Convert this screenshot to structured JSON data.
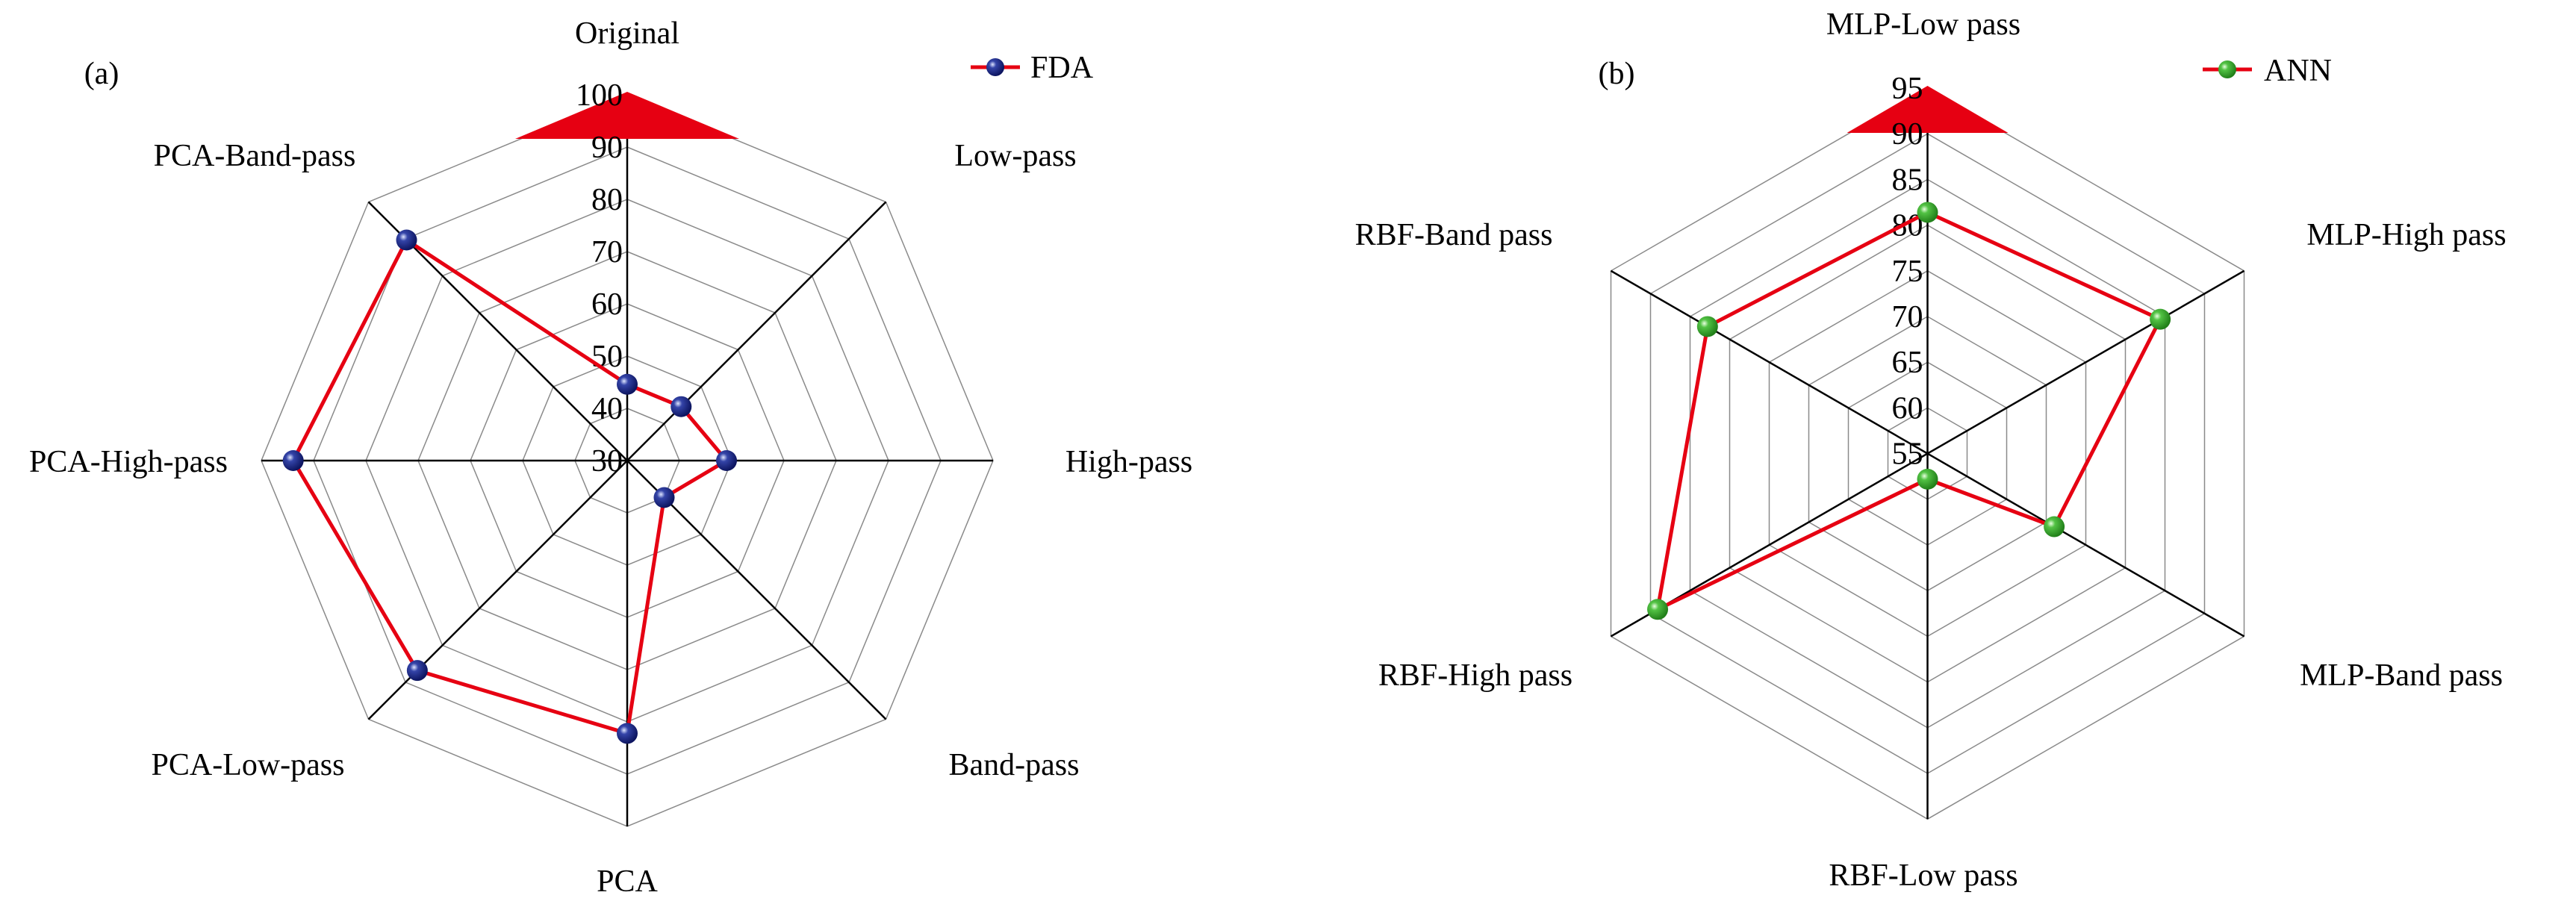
{
  "chart_data": [
    {
      "type": "radar",
      "panel_label": "(a)",
      "categories": [
        "Original",
        "Low-pass",
        "High-pass",
        "Band-pass",
        "PCA",
        "PCA-Low-pass",
        "PCA-High-pass",
        "PCA-Band-pass"
      ],
      "series": [
        {
          "name": "FDA",
          "values": [
            44.6,
            44.6,
            49.0,
            40.0,
            82.2,
            86.8,
            93.9,
            89.7
          ],
          "line_color": "#e60012",
          "marker_color": "#1a237e"
        }
      ],
      "rlim": [
        30,
        100
      ],
      "ticks": [
        "30",
        "40",
        "50",
        "60",
        "70",
        "80",
        "90",
        "100"
      ],
      "grid": true,
      "legend_position": "top-right"
    },
    {
      "type": "radar",
      "panel_label": "(b)",
      "categories": [
        "MLP-Low pass",
        "MLP-High pass",
        "MLP-Band pass",
        "RBF-Low pass",
        "RBF-High pass",
        "RBF-Band pass"
      ],
      "series": [
        {
          "name": "ANN",
          "values": [
            81.4,
            84.4,
            71.0,
            57.8,
            89.1,
            82.8
          ],
          "line_color": "#e60012",
          "marker_color": "#3cb034"
        }
      ],
      "rlim": [
        55,
        95
      ],
      "ticks": [
        "55",
        "60",
        "65",
        "70",
        "75",
        "80",
        "85",
        "90",
        "95"
      ],
      "grid": true,
      "legend_position": "top-right"
    }
  ]
}
